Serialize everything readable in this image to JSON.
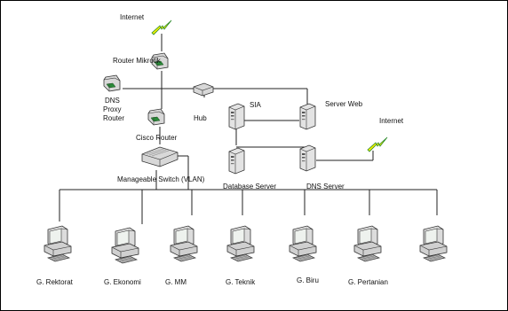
{
  "nodes": {
    "internet_top": "Internet",
    "router_mikrotik": "Router Mikrotik",
    "dns_proxy_router": [
      "DNS",
      "Proxy",
      "Router"
    ],
    "hub": "Hub",
    "cisco_router": "Cisco Router",
    "manageable_switch": "Manageable Switch (VLAN)",
    "sia": "SIA",
    "server_web": "Server Web",
    "database_server": "Database Server",
    "dns_server": "DNS Server",
    "internet_right": "Internet"
  },
  "computers": [
    "G. Rektorat",
    "G. Ekonomi",
    "G. MM",
    "G. Teknik",
    "G. Biru",
    "G. Pertanian",
    ""
  ],
  "colors": {
    "line": "#222222",
    "lightning_fill": "#f3ef00",
    "lightning_stroke": "#2a8a2a",
    "device_fill": "#d8d8d8",
    "device_dark": "#3a3a3a",
    "screen": "#e8f0e8"
  },
  "icons": {
    "internet": "lightning-bolt-icon",
    "router": "router-icon",
    "hub": "hub-icon",
    "switch": "switch-icon",
    "server": "server-tower-icon",
    "pc": "desktop-computer-icon"
  }
}
